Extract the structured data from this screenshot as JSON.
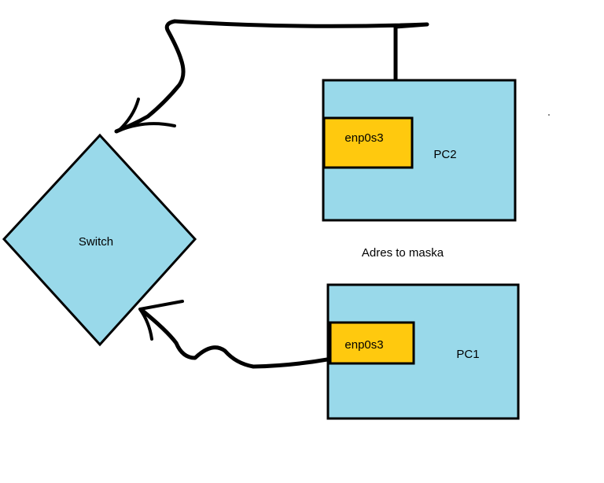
{
  "colors": {
    "box_fill": "#99d9ea",
    "interface_fill": "#ffc90e",
    "stroke": "#000000",
    "background": "#ffffff"
  },
  "switch": {
    "label": "Switch"
  },
  "pc2": {
    "label": "PC2",
    "interface": "enp0s3"
  },
  "pc1": {
    "label": "PC1",
    "interface": "enp0s3"
  },
  "annotation": "Adres to maska"
}
